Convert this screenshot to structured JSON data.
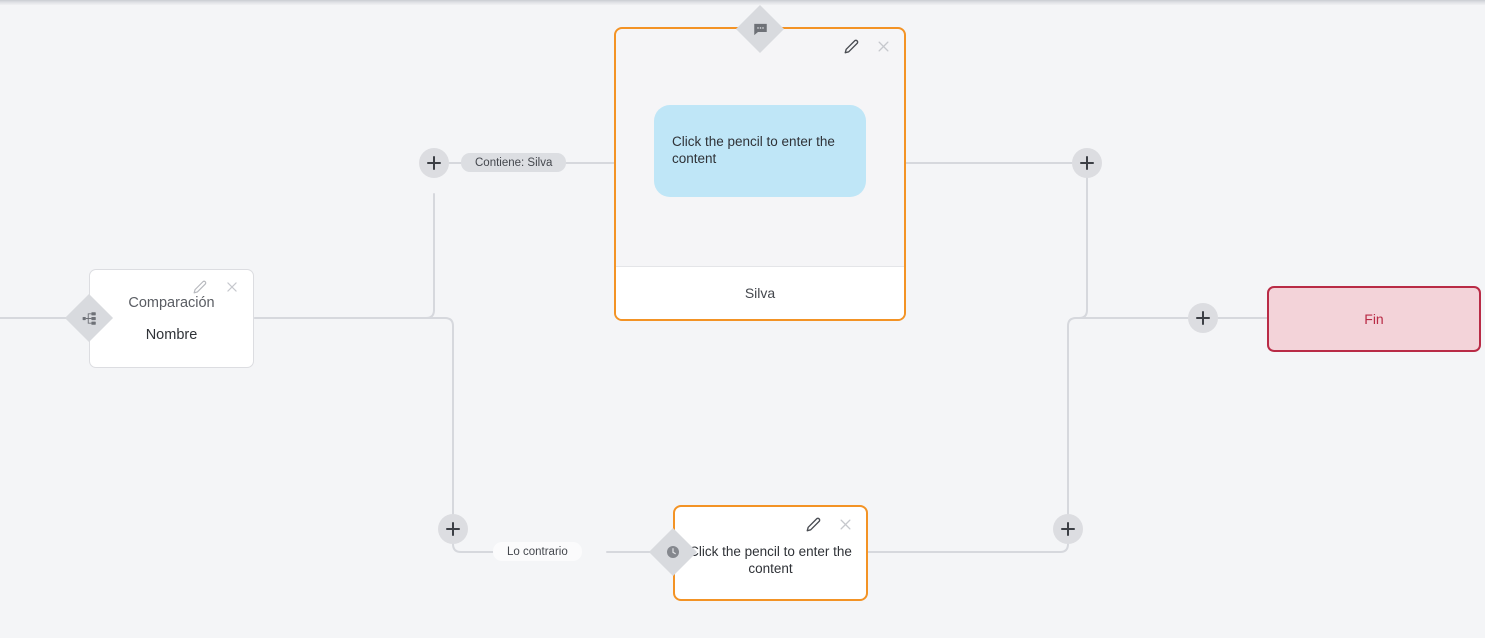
{
  "canvas": {
    "background": "#f4f5f7",
    "connector_color": "#d6d8dd",
    "accent_orange": "#f39325",
    "end_color": "#b92b46",
    "bubble_color": "#bfe6f7"
  },
  "nodes": {
    "comparison": {
      "badge_icon": "sitemap-branch-icon",
      "title": "Comparación",
      "subtitle": "Nombre",
      "edit_icon": "pencil-icon",
      "close_icon": "close-icon"
    },
    "main_message": {
      "badge_icon": "chat-bubble-icon",
      "bubble_text": "Click the pencil to enter the content",
      "footer_label": "Silva",
      "edit_icon": "pencil-icon",
      "close_icon": "close-icon"
    },
    "sub_message": {
      "badge_icon": "clock-icon",
      "text": "Click the pencil to enter the content",
      "edit_icon": "pencil-icon",
      "close_icon": "close-icon"
    },
    "end": {
      "label": "Fin"
    }
  },
  "edge_labels": {
    "contains": "Contiene: Silva",
    "otherwise": "Lo contrario"
  },
  "add_buttons": {
    "branch_true": "add-node",
    "branch_false": "add-node",
    "after_main": "add-node",
    "after_sub": "add-node",
    "before_end": "add-node"
  }
}
